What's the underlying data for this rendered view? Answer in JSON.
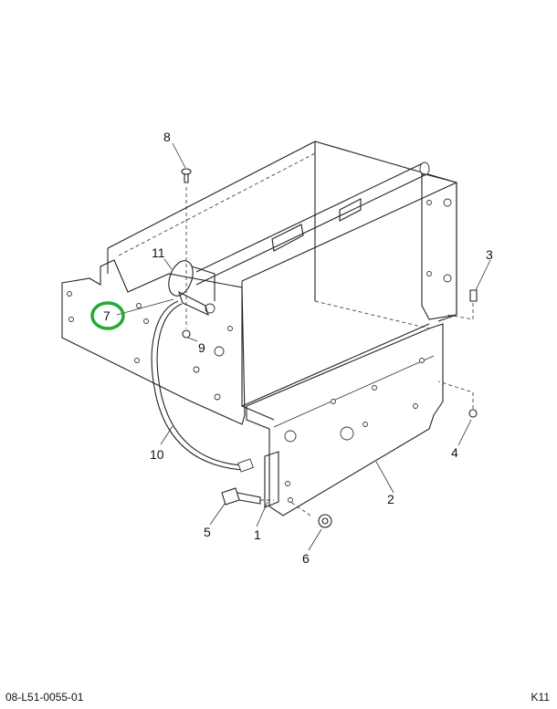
{
  "diagram": {
    "callouts": [
      "1",
      "2",
      "3",
      "4",
      "5",
      "6",
      "7",
      "8",
      "9",
      "10",
      "11"
    ],
    "highlighted_callout": "7",
    "highlight_color": "#22aa33"
  },
  "footer": {
    "drawing_number": "08-L51-0055-01",
    "page_code": "K11"
  }
}
